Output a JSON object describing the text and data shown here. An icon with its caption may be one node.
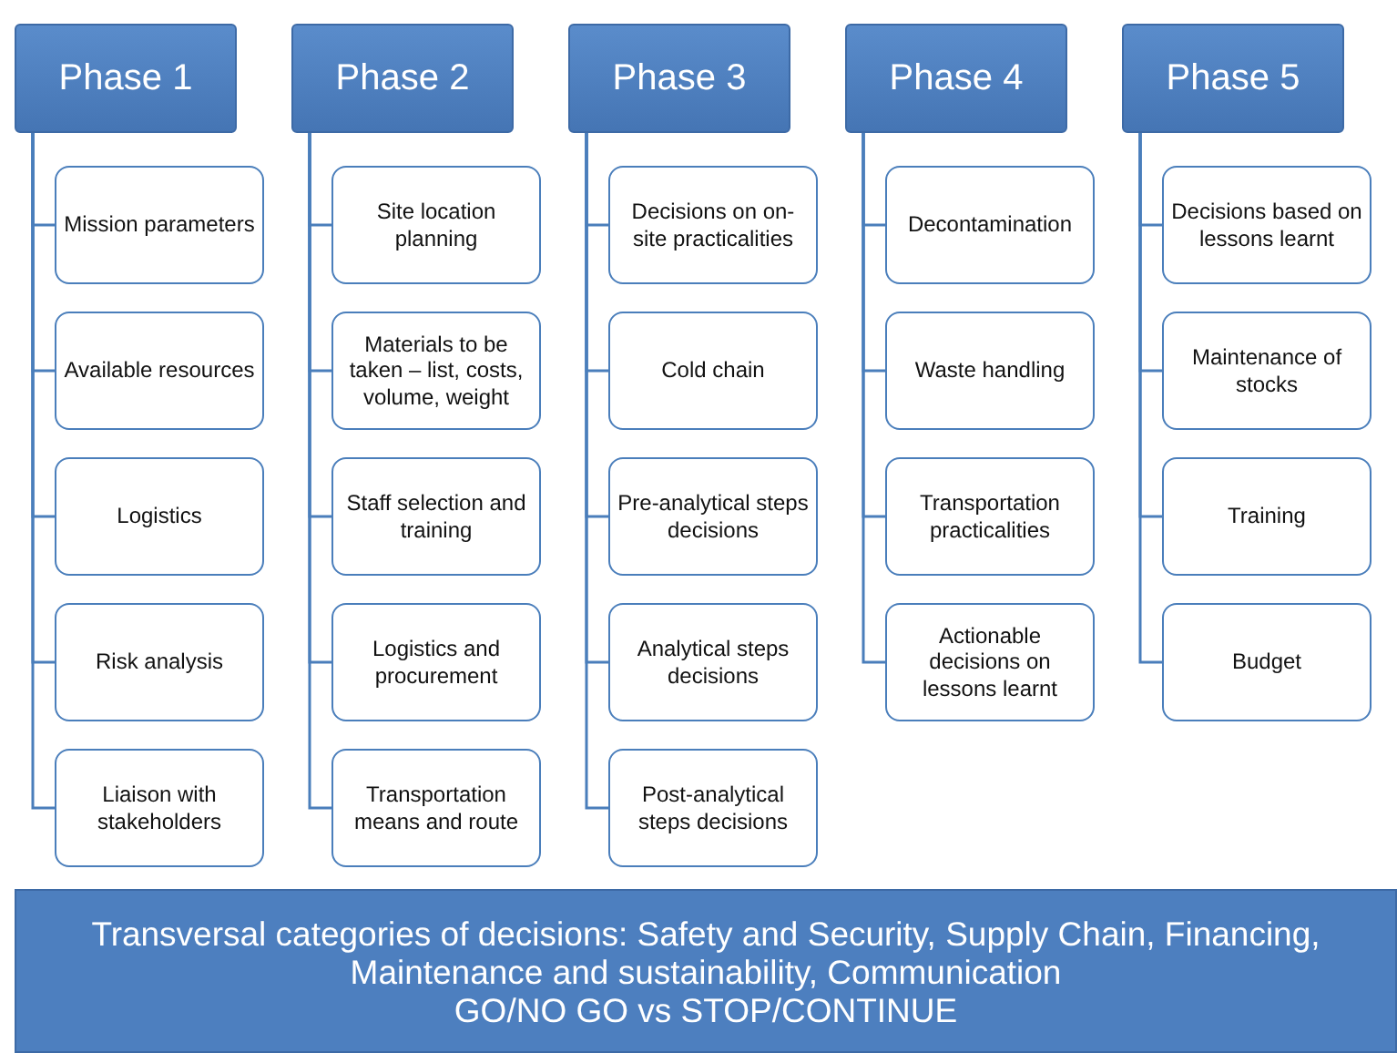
{
  "diagram": {
    "nodes": [
      {
        "text": [
          "Phase 1"
        ]
      },
      {
        "text": [
          "Mission parameters"
        ]
      },
      {
        "text": [
          "Available resources"
        ]
      },
      {
        "text": [
          "Logistics"
        ]
      },
      {
        "text": [
          "Risk analysis"
        ]
      },
      {
        "text": [
          "Liaison with stakeholders"
        ]
      },
      {
        "text": [
          "Phase 2"
        ]
      },
      {
        "text": [
          "Site location planning"
        ]
      },
      {
        "text": [
          "Materials to be taken – list, costs, volume, weight"
        ]
      },
      {
        "text": [
          "Staff selection and training"
        ]
      },
      {
        "text": [
          "Logistics and procurement"
        ]
      },
      {
        "text": [
          "Transportation means and route"
        ]
      },
      {
        "text": [
          "Phase 3"
        ]
      },
      {
        "text": [
          "Decisions on on-site practicalities"
        ]
      },
      {
        "text": [
          "Cold chain"
        ]
      },
      {
        "text": [
          "Pre-analytical steps decisions"
        ]
      },
      {
        "text": [
          "Analytical steps decisions"
        ]
      },
      {
        "text": [
          "Post-analytical steps decisions"
        ]
      },
      {
        "text": [
          "Phase 4"
        ]
      },
      {
        "text": [
          "Decontamination"
        ]
      },
      {
        "text": [
          "Waste handling"
        ]
      },
      {
        "text": [
          "Transportation practicalities"
        ]
      },
      {
        "text": [
          "Actionable decisions on lessons learnt"
        ]
      },
      {
        "text": [
          "Phase 5"
        ]
      },
      {
        "text": [
          "Decisions based on lessons learnt"
        ]
      },
      {
        "text": [
          "Maintenance of stocks"
        ]
      },
      {
        "text": [
          "Training"
        ]
      },
      {
        "text": [
          "Budget"
        ]
      },
      {
        "text": [
          "Transversal categories of decisions: Safety and Security, Supply Chain, Financing, Maintenance and sustainability, Communication",
          "GO/NO GO vs STOP/CONTINUE"
        ]
      }
    ],
    "edges": [
      {
        "from": 0,
        "to": 1,
        "arrow": "none"
      },
      {
        "from": 0,
        "to": 2,
        "arrow": "none"
      },
      {
        "from": 0,
        "to": 3,
        "arrow": "none"
      },
      {
        "from": 0,
        "to": 4,
        "arrow": "none"
      },
      {
        "from": 0,
        "to": 5,
        "arrow": "none"
      },
      {
        "from": 6,
        "to": 7,
        "arrow": "none"
      },
      {
        "from": 6,
        "to": 8,
        "arrow": "none"
      },
      {
        "from": 6,
        "to": 9,
        "arrow": "none"
      },
      {
        "from": 6,
        "to": 10,
        "arrow": "none"
      },
      {
        "from": 6,
        "to": 11,
        "arrow": "none"
      },
      {
        "from": 12,
        "to": 13,
        "arrow": "none"
      },
      {
        "from": 12,
        "to": 14,
        "arrow": "none"
      },
      {
        "from": 12,
        "to": 15,
        "arrow": "none"
      },
      {
        "from": 12,
        "to": 16,
        "arrow": "none"
      },
      {
        "from": 12,
        "to": 17,
        "arrow": "none"
      },
      {
        "from": 18,
        "to": 19,
        "arrow": "none"
      },
      {
        "from": 18,
        "to": 20,
        "arrow": "none"
      },
      {
        "from": 18,
        "to": 21,
        "arrow": "none"
      },
      {
        "from": 18,
        "to": 22,
        "arrow": "none"
      },
      {
        "from": 23,
        "to": 24,
        "arrow": "none"
      },
      {
        "from": 23,
        "to": 25,
        "arrow": "none"
      },
      {
        "from": 23,
        "to": 26,
        "arrow": "none"
      },
      {
        "from": 23,
        "to": 27,
        "arrow": "none"
      }
    ]
  }
}
